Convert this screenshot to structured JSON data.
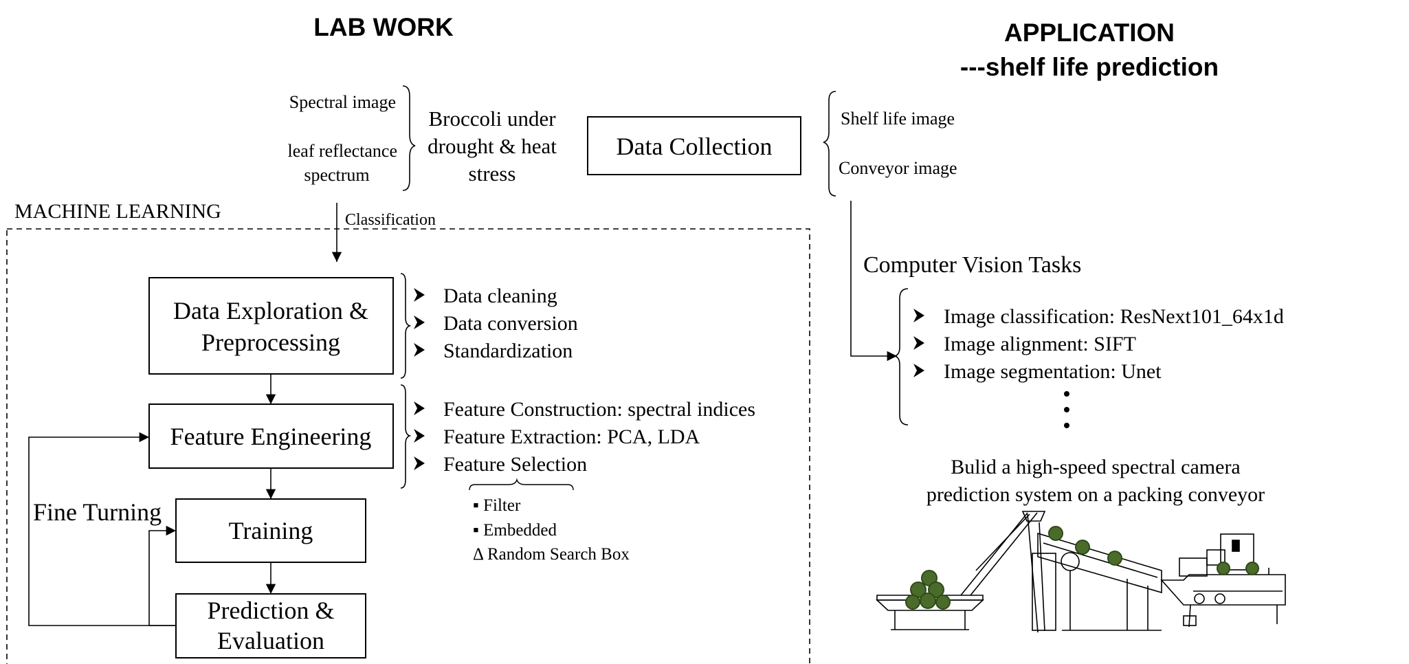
{
  "lab_work": {
    "heading": "LAB WORK",
    "inputs": [
      "Spectral image",
      "leaf reflectance",
      "spectrum"
    ],
    "subject": [
      "Broccoli under",
      "drought & heat",
      "stress"
    ],
    "classification_label": "Classification"
  },
  "data_collection": {
    "label": "Data Collection"
  },
  "application": {
    "heading_line1": "APPLICATION",
    "heading_line2": "---shelf life prediction",
    "inputs": [
      "Shelf life image",
      "Conveyor image"
    ],
    "cv_title": "Computer Vision Tasks",
    "cv_tasks": [
      "Image classification: ResNext101_64x1d",
      "Image alignment: SIFT",
      "Image segmentation: Unet"
    ],
    "system_caption": [
      "Bulid a high-speed spectral camera",
      "prediction system on a packing conveyor"
    ]
  },
  "machine_learning": {
    "title": "MACHINE LEARNING",
    "steps": [
      {
        "lines": [
          "Data Exploration &",
          "Preprocessing"
        ]
      },
      {
        "lines": [
          "Feature Engineering"
        ]
      },
      {
        "lines": [
          "Training"
        ]
      },
      {
        "lines": [
          "Prediction &",
          "Evaluation"
        ]
      }
    ],
    "fine_tuning_label": "Fine Turning",
    "preprocessing_items": [
      "Data cleaning",
      "Data conversion",
      "Standardization"
    ],
    "feature_items": [
      "Feature Construction: spectral indices",
      "Feature Extraction: PCA, LDA",
      "Feature Selection"
    ],
    "selection_methods": [
      "▪ Filter",
      "▪ Embedded",
      "Δ Random Search Box"
    ]
  },
  "icons": {
    "bullet": "arrowhead-bullet-icon",
    "ellipsis": "vertical-ellipsis-icon",
    "broccoli": "broccoli-icon"
  },
  "colors": {
    "ink": "#000000",
    "broccoli": "#4a6b2a",
    "broccoli_dark": "#2f4a1a"
  }
}
